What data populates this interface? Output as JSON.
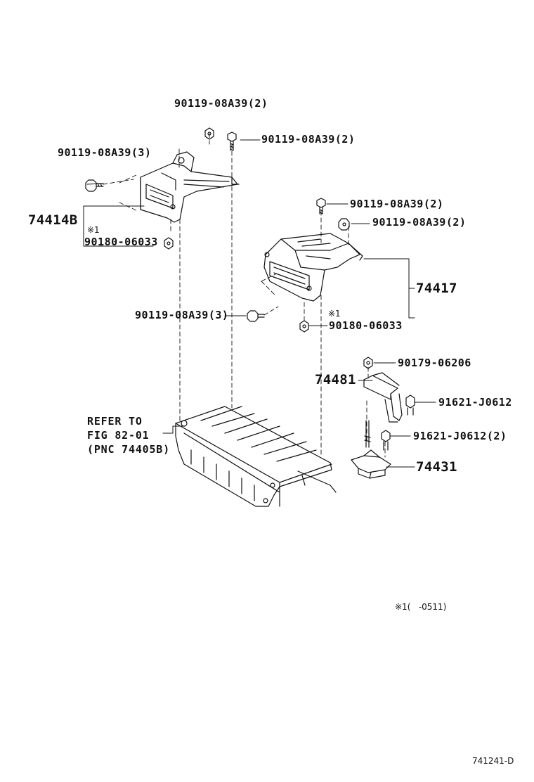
{
  "labels": {
    "bolt_top_a": "90119-08A39(2)",
    "bolt_top_b": "90119-08A39(2)",
    "bolt_left_a": "90119-08A39(3)",
    "part_74414b": "74414B",
    "note_left": "※1",
    "nut_left": "90180-06033",
    "bolt_right_a": "90119-08A39(2)",
    "bolt_right_b": "90119-08A39(2)",
    "part_74417": "74417",
    "bolt_mid_c": "90119-08A39(3)",
    "note_right": "※1",
    "nut_right": "90180-06033",
    "nut_90179": "90179-06206",
    "part_74481": "74481",
    "bolt_91621_a": "91621-J0612",
    "bolt_91621_b": "91621-J0612(2)",
    "part_74431": "74431",
    "refer_line1": "REFER TO",
    "refer_line2": "FIG 82-01",
    "refer_line3": "(PNC 74405B)",
    "footnote": "※1(   -0511)",
    "diagram_code": "741241-D"
  }
}
